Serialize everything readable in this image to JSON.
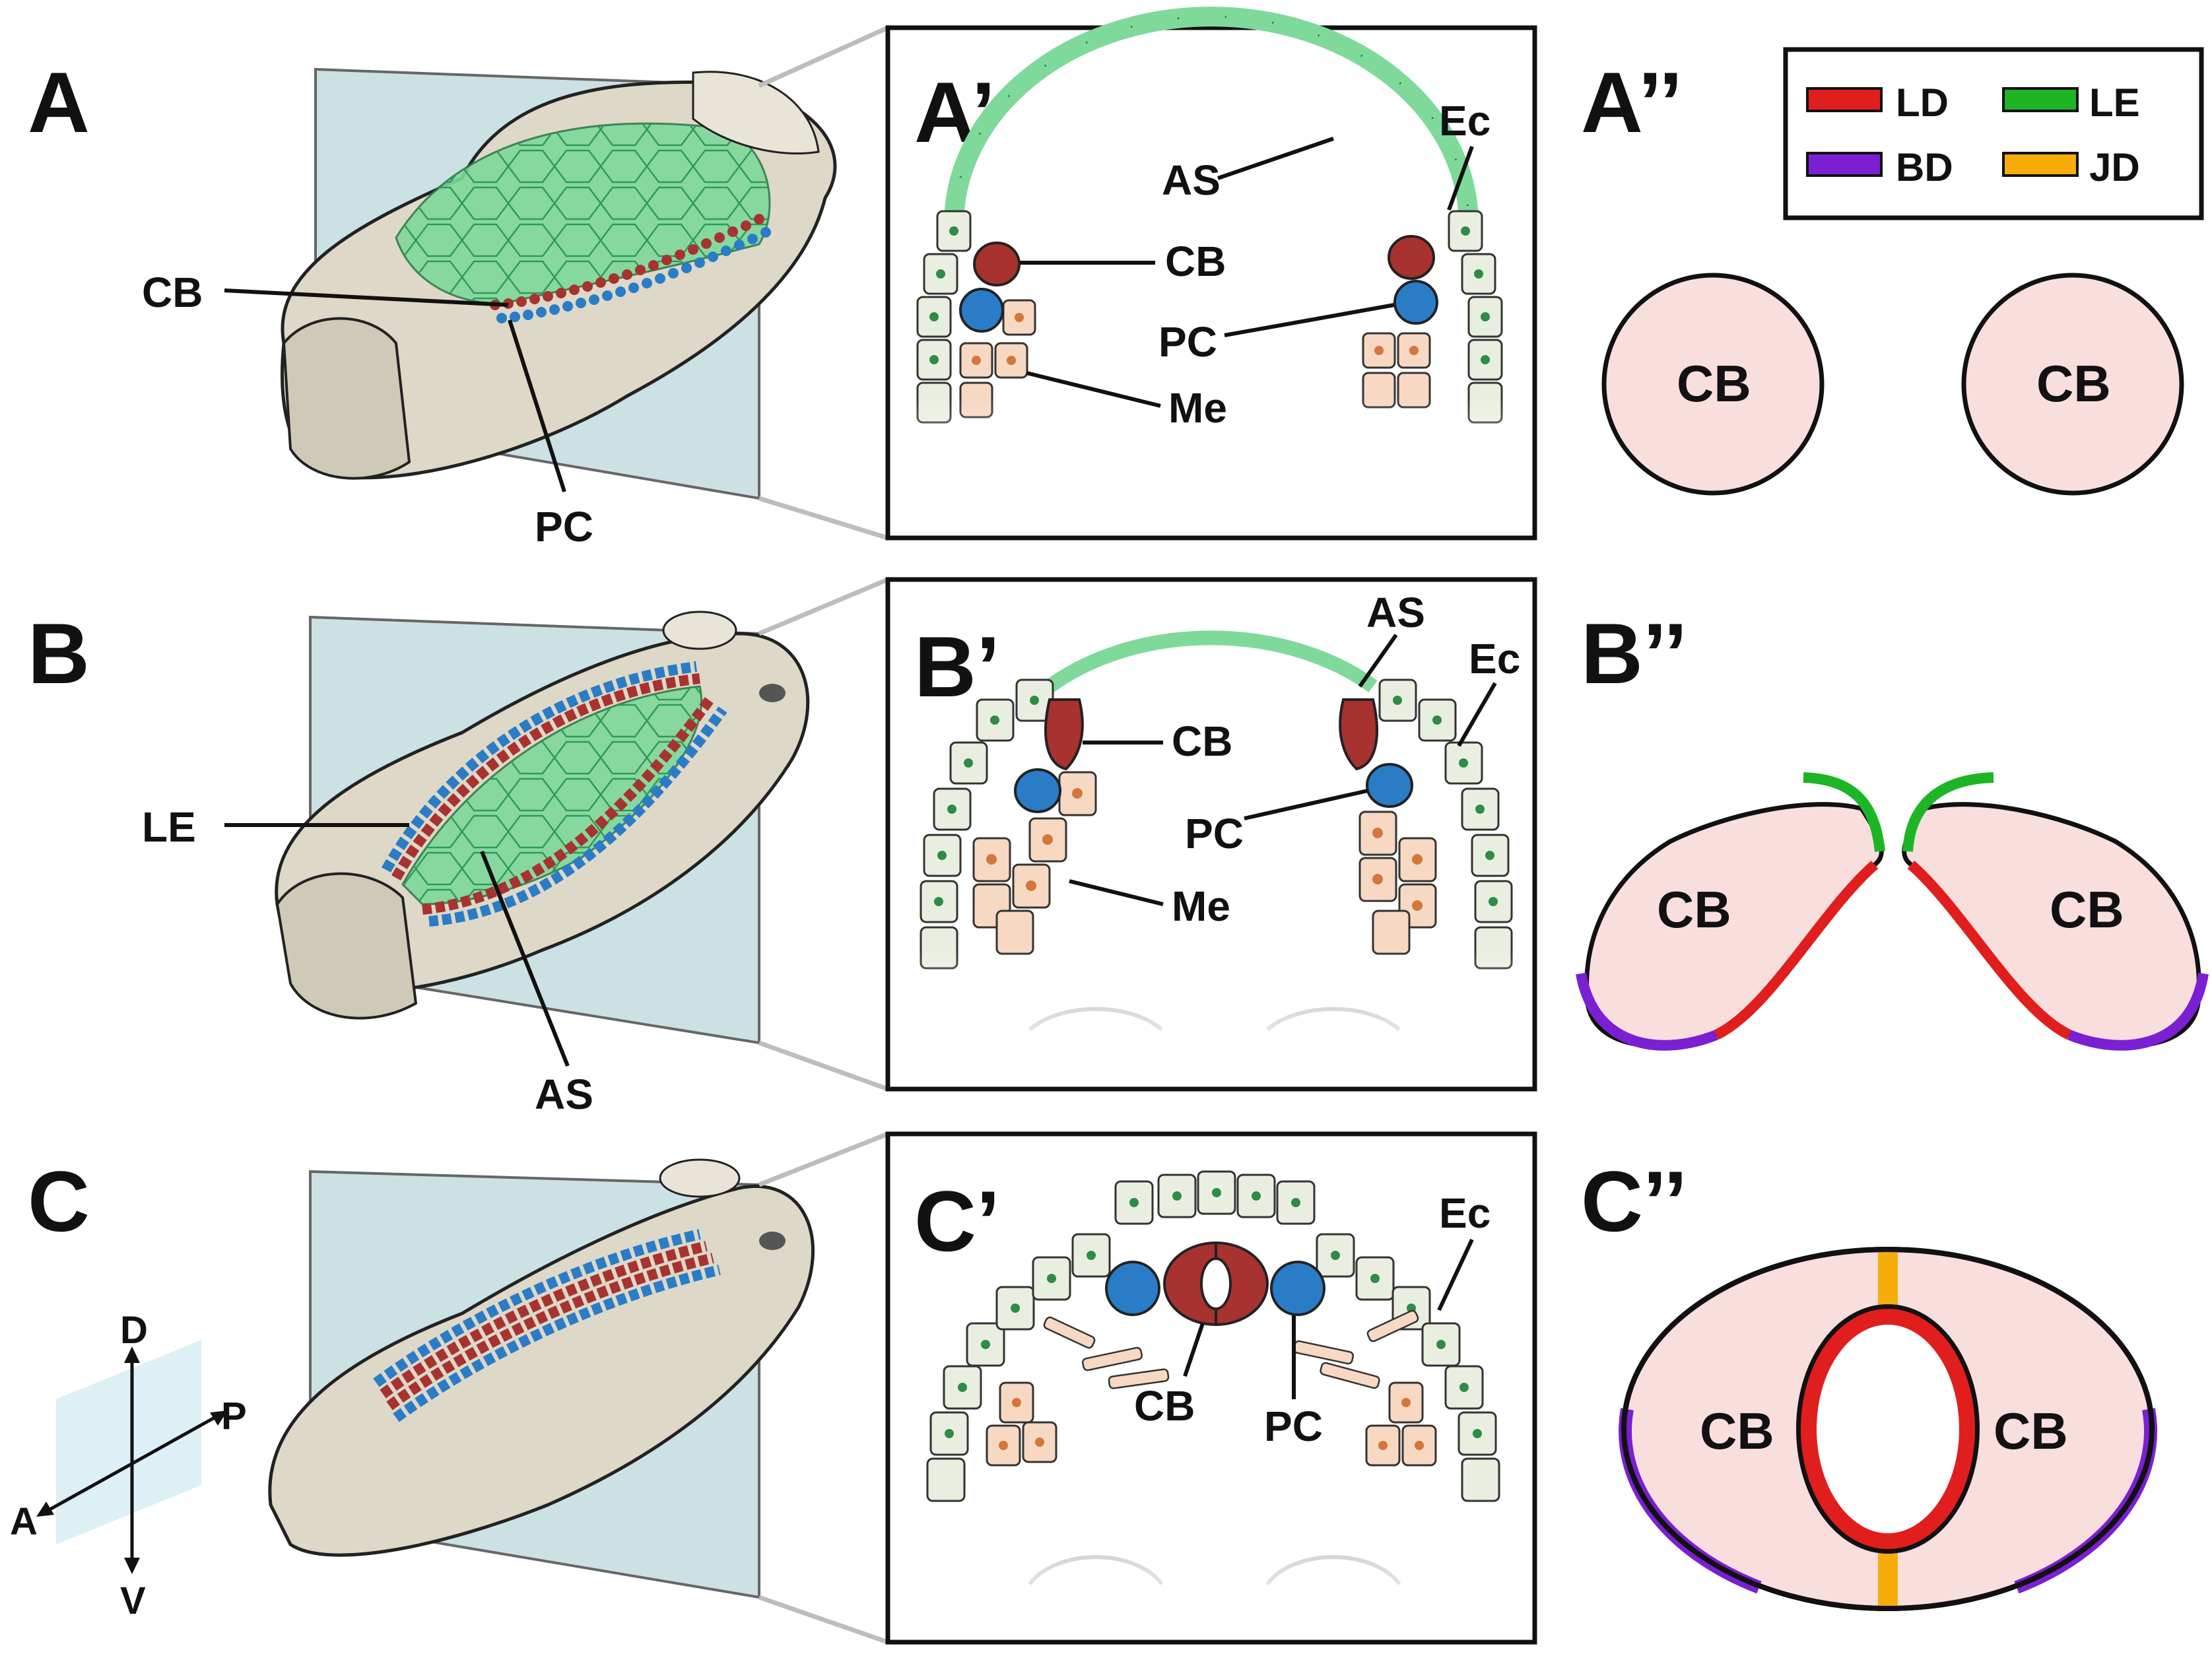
{
  "panels": {
    "A": "A",
    "A_prime": "A’",
    "A_dprime": "A’’",
    "B": "B",
    "B_prime": "B’",
    "B_dprime": "B’’",
    "C": "C",
    "C_prime": "C’",
    "C_dprime": "C’’"
  },
  "labels": {
    "CB": "CB",
    "PC": "PC",
    "LE": "LE",
    "AS": "AS",
    "Ec": "Ec",
    "Me": "Me"
  },
  "axes": {
    "D": "D",
    "V": "V",
    "A": "A",
    "P": "P"
  },
  "legend": [
    {
      "key": "LD",
      "color": "#e01e1e"
    },
    {
      "key": "LE",
      "color": "#1db526"
    },
    {
      "key": "BD",
      "color": "#7a1fd1"
    },
    {
      "key": "JD",
      "color": "#f7ac0a"
    }
  ],
  "colors": {
    "cardioblast": "#a8322f",
    "pericardial": "#2a7cc7",
    "amnioserosa": "#7ed99a",
    "ectoderm_fill": "#e9efe0",
    "ectoderm_nucleus": "#2f8c46",
    "mesoderm_fill": "#f7d8c2",
    "mesoderm_nucleus": "#d3773c",
    "cb_zoom_fill": "#f9dede",
    "embryo": "#ddd8c8",
    "section_plane": "#bcd7da"
  }
}
